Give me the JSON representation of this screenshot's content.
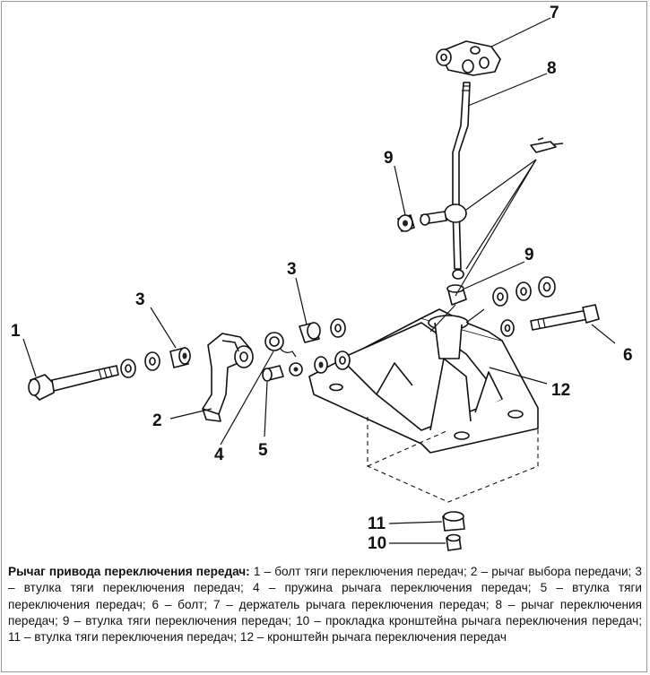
{
  "callouts": [
    "1",
    "2",
    "3",
    "3",
    "4",
    "5",
    "6",
    "7",
    "8",
    "9",
    "9",
    "10",
    "11",
    "12"
  ],
  "caption": {
    "heading": "Рычаг привода переключения передач:",
    "body": " 1 – болт тяги переключения передач; 2 – рычаг выбора передачи; 3 – втулка тяги переключения передач; 4 – пружина рычага переключения передач; 5 – втулка тяги переключения передач; 6 – болт; 7 – держатель рычага переключения передач; 8 – рычаг переключения передач; 9 – втулка тяги переключения передач; 10 – прокладка кронштейна рычага переключения передач; 11 – втулка тяги переключения передач; 12 – кронштейн рычага переключения передач"
  }
}
